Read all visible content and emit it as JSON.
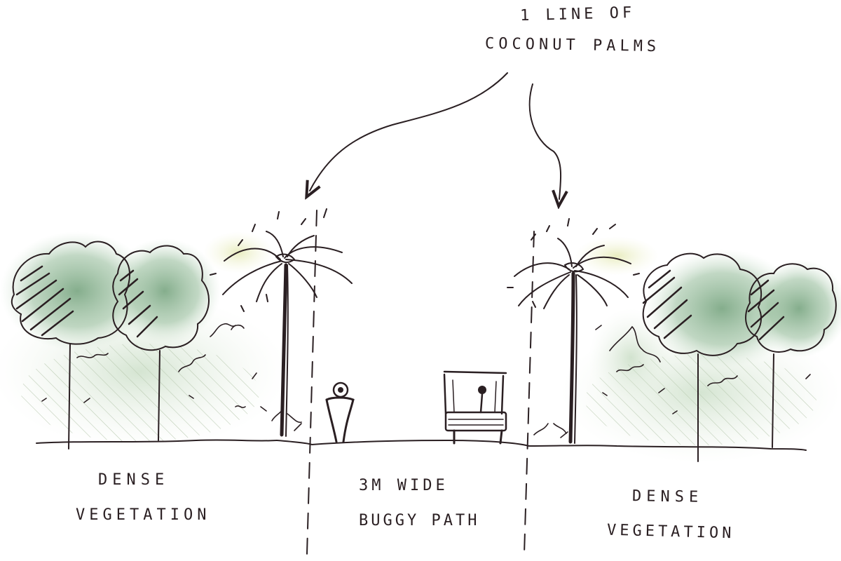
{
  "annotation": {
    "line1": "1 LINE OF",
    "line2": "COCONUT PALMS"
  },
  "labels": {
    "left": {
      "line1": "DENSE",
      "line2": "VEGETATION"
    },
    "center": {
      "line1": "3M WIDE",
      "line2": "BUGGY PATH"
    },
    "right": {
      "line1": "DENSE",
      "line2": "VEGETATION"
    }
  },
  "colors": {
    "ink": "#2a1f22",
    "foliage_wash": "#7aa882",
    "yellow_wash": "#e8ecc0",
    "paper": "#ffffff"
  },
  "icons": [
    "deciduous-tree",
    "coconut-palm",
    "pedestrian",
    "golf-buggy",
    "arrow"
  ]
}
